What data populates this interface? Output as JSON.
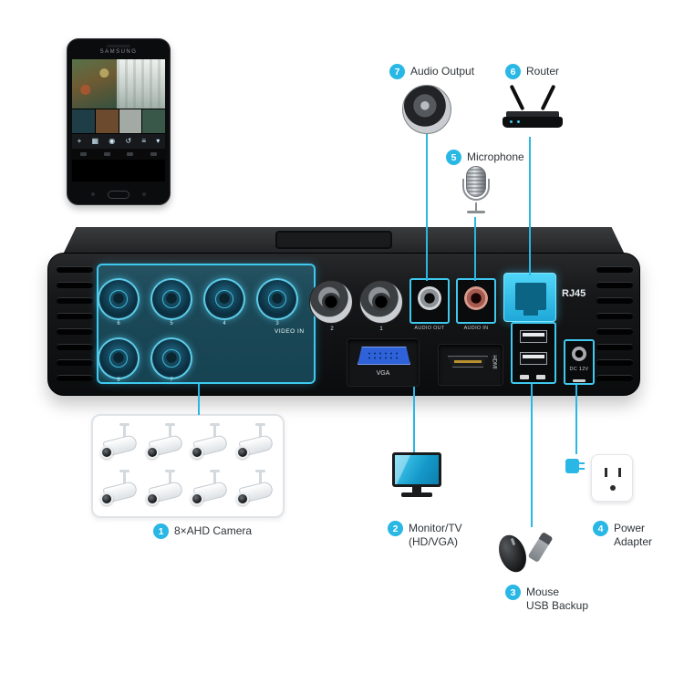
{
  "colors": {
    "accent": "#29b7e5",
    "panel_cyan": "#3fc9ef"
  },
  "phone": {
    "brand": "SAMSUNG",
    "toolbar_glyphs": [
      "+",
      "▦",
      "◉",
      "↺",
      "≡",
      "▾"
    ]
  },
  "callouts": {
    "camera": {
      "num": "1",
      "label": "8×AHD Camera"
    },
    "monitor": {
      "num": "2",
      "line1": "Monitor/TV",
      "line2": "(HD/VGA)"
    },
    "mouse": {
      "num": "3",
      "line1": "Mouse",
      "line2": "USB Backup"
    },
    "power": {
      "num": "4",
      "line1": "Power",
      "line2": "Adapter"
    },
    "microphone": {
      "num": "5",
      "label": "Microphone"
    },
    "router": {
      "num": "6",
      "label": "Router"
    },
    "audio_output": {
      "num": "7",
      "label": "Audio Output"
    }
  },
  "dvr": {
    "video_in_label": "VIDEO IN",
    "audio_out_label": "AUDIO OUT",
    "audio_in_label": "AUDIO IN",
    "rj45_label": "RJ45",
    "vga_label": "VGA",
    "hdmi_label": "HDMI",
    "dc_label": "DC 12V",
    "bnc_cyan_numbers": [
      "6",
      "5",
      "4",
      "3",
      "8",
      "7"
    ],
    "bnc_silver_numbers": [
      "2",
      "1"
    ]
  }
}
